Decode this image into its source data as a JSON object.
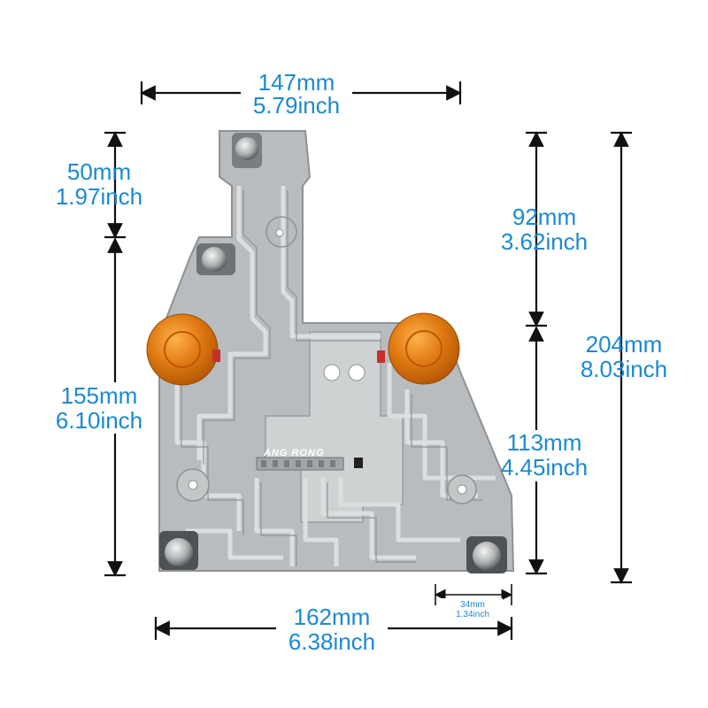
{
  "product": {
    "brand_text": "ANG RONG",
    "board_color": "#b9bcbe",
    "trace_color": "#d6d8d9",
    "amber_color": "#e07a12"
  },
  "dimensions": {
    "top_width": {
      "mm": "147mm",
      "inch": "5.79inch"
    },
    "upper_left_height": {
      "mm": "50mm",
      "inch": "1.97inch"
    },
    "lower_left_height": {
      "mm": "155mm",
      "inch": "6.10inch"
    },
    "upper_right_height": {
      "mm": "92mm",
      "inch": "3.62inch"
    },
    "lower_right_height": {
      "mm": "113mm",
      "inch": "4.45inch"
    },
    "total_height": {
      "mm": "204mm",
      "inch": "8.03inch"
    },
    "bottom_width": {
      "mm": "162mm",
      "inch": "6.38inch"
    },
    "small_width": {
      "mm": "34mm",
      "inch": "1.34inch"
    }
  },
  "colors": {
    "dimension_text": "#1a8ad4",
    "dimension_line": "#111111"
  }
}
